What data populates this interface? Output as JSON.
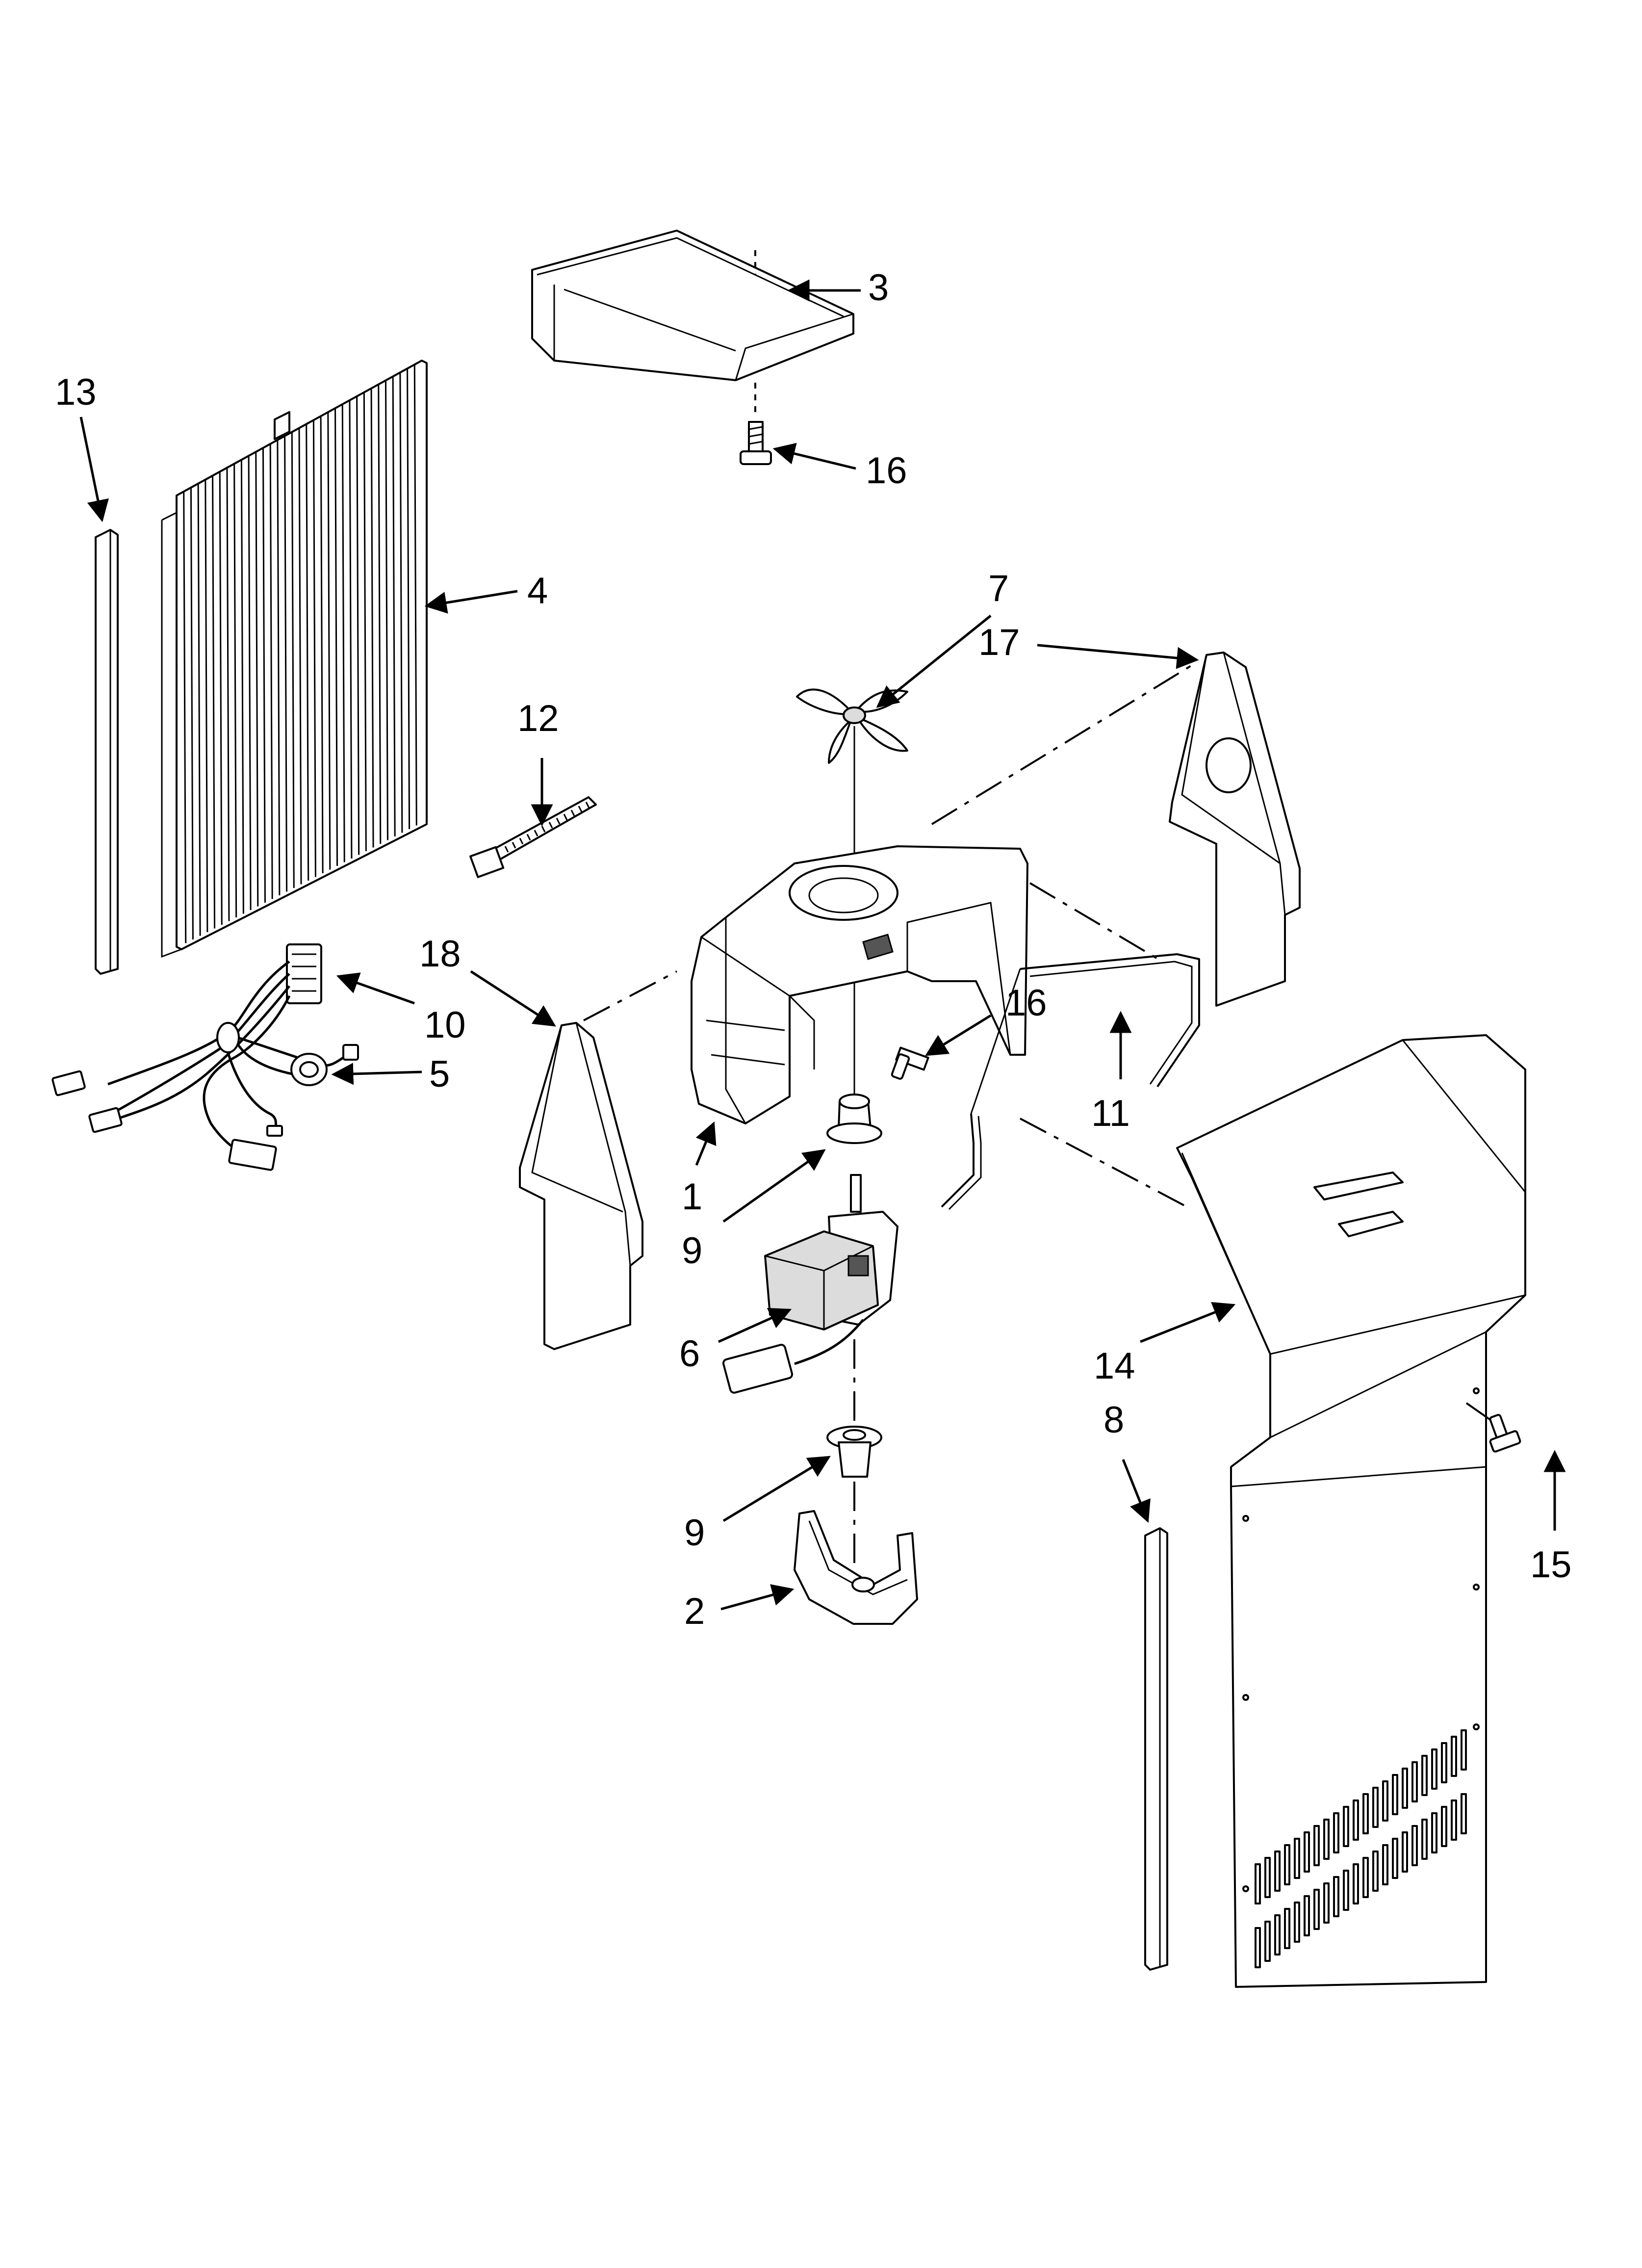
{
  "callouts": [
    {
      "id": "c3",
      "text": "3"
    },
    {
      "id": "c13",
      "text": "13"
    },
    {
      "id": "c16a",
      "text": "16"
    },
    {
      "id": "c4",
      "text": "4"
    },
    {
      "id": "c7",
      "text": "7"
    },
    {
      "id": "c17",
      "text": "17"
    },
    {
      "id": "c12",
      "text": "12"
    },
    {
      "id": "c18",
      "text": "18"
    },
    {
      "id": "c16b",
      "text": "16"
    },
    {
      "id": "c10",
      "text": "10"
    },
    {
      "id": "c5",
      "text": "5"
    },
    {
      "id": "c11",
      "text": "11"
    },
    {
      "id": "c1",
      "text": "1"
    },
    {
      "id": "c9a",
      "text": "9"
    },
    {
      "id": "c6",
      "text": "6"
    },
    {
      "id": "c14",
      "text": "14"
    },
    {
      "id": "c8",
      "text": "8"
    },
    {
      "id": "c9b",
      "text": "9"
    },
    {
      "id": "c15",
      "text": "15"
    },
    {
      "id": "c2",
      "text": "2"
    }
  ]
}
